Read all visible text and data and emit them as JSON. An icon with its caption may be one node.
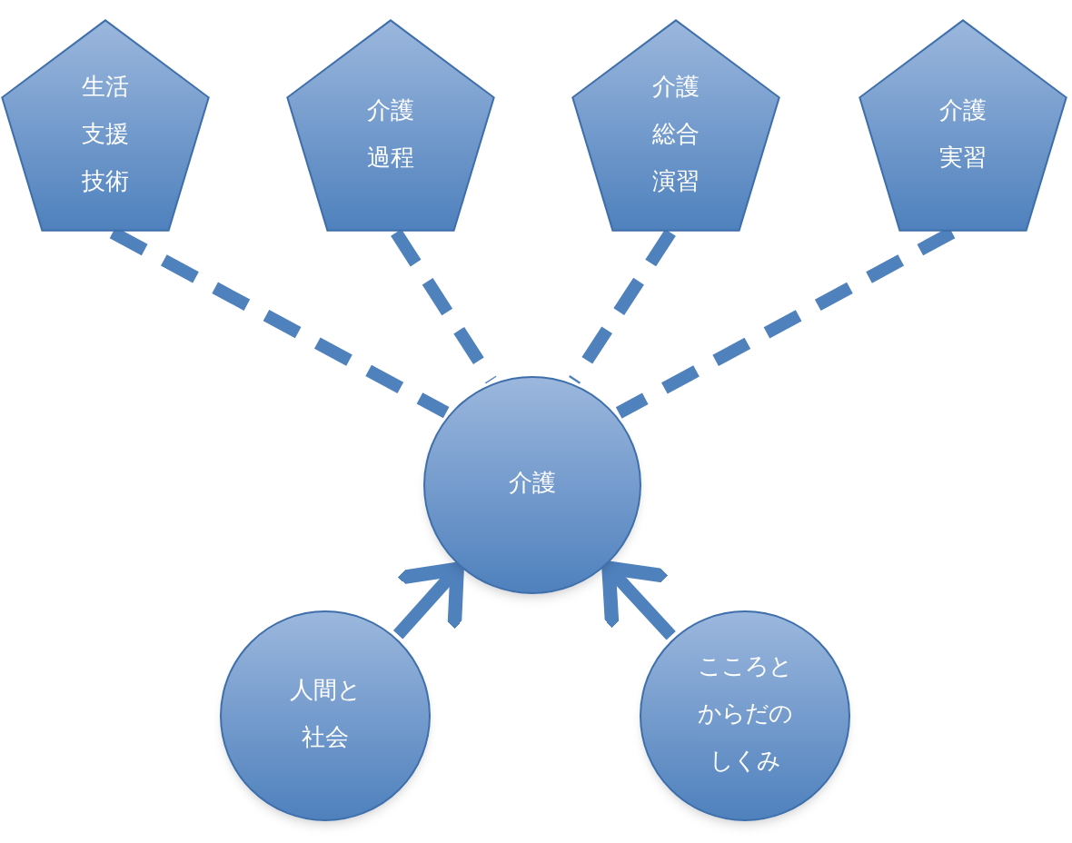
{
  "diagram": {
    "nodes": [
      {
        "text": [
          "生活支援技術"
        ]
      },
      {
        "text": [
          "介護過程"
        ]
      },
      {
        "text": [
          "介護総合演習"
        ]
      },
      {
        "text": [
          "介護実習"
        ]
      },
      {
        "text": [
          "介護"
        ]
      },
      {
        "text": [
          "人間と社会"
        ]
      },
      {
        "text": [
          "こころとからだのしくみ"
        ]
      }
    ],
    "edges": [
      {
        "from": 0,
        "to": 4,
        "arrow": "none",
        "style": "dashed"
      },
      {
        "from": 1,
        "to": 4,
        "arrow": "none",
        "style": "dashed"
      },
      {
        "from": 2,
        "to": 4,
        "arrow": "none",
        "style": "dashed"
      },
      {
        "from": 3,
        "to": 4,
        "arrow": "none",
        "style": "dashed"
      },
      {
        "from": 5,
        "to": 4,
        "arrow": "to"
      },
      {
        "from": 6,
        "to": 4,
        "arrow": "to"
      }
    ]
  }
}
